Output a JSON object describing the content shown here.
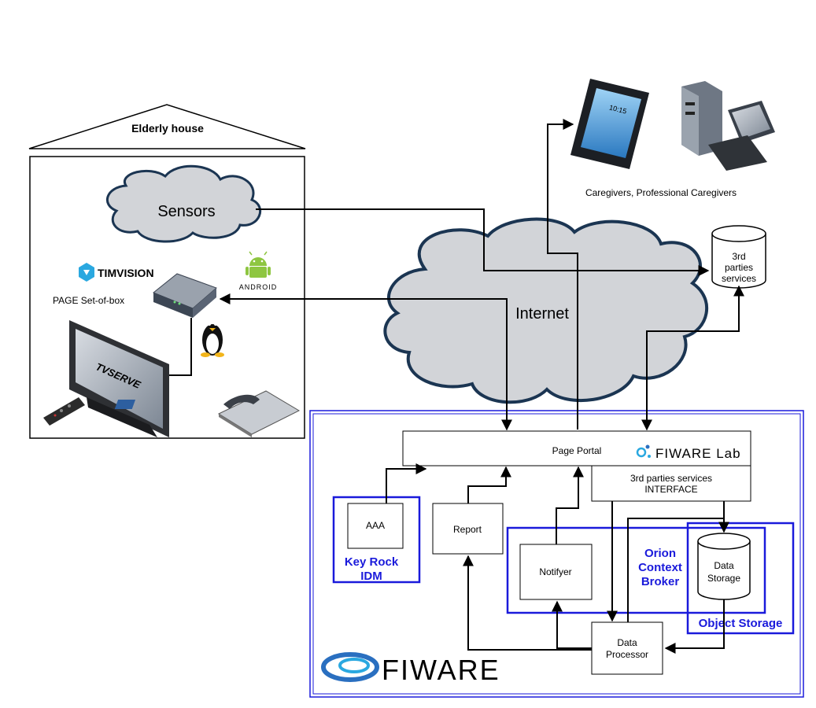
{
  "colors": {
    "accent_blue": "#1a1adb",
    "fiware_blue": "#2a6fc0",
    "cloud_fill": "#d2d4d8",
    "cloud_stroke": "#1b3552",
    "android_green": "#8ec641"
  },
  "house": {
    "title": "Elderly house",
    "sensors_label": "Sensors",
    "timvision_logo": "TIMVISION",
    "android_logo": "ANDROID",
    "settop_label": "PAGE Set-of-box",
    "tv_label": "TVSERVE",
    "icons": [
      "timvision-logo",
      "android-icon",
      "set-top-box-icon",
      "linux-penguin-icon",
      "tv-icon",
      "remote-control-icon",
      "telephone-icon"
    ]
  },
  "internet": {
    "label": "Internet"
  },
  "caregivers": {
    "label": "Caregivers, Professional Caregivers",
    "icons": [
      "smartphone-icon",
      "desktop-computer-icon"
    ],
    "phone_time": "10:15"
  },
  "third_party": {
    "label_lines": [
      "3rd",
      "parties",
      "services"
    ]
  },
  "platform": {
    "portal_label": "Page Portal",
    "fiware_lab_logo": "FIWARE Lab",
    "interface_lines": [
      "3rd parties services",
      "INTERFACE"
    ],
    "aaa_label": "AAA",
    "keyrock_lines": [
      "Key Rock",
      "IDM"
    ],
    "report_label": "Report",
    "notifyer_label": "Notifyer",
    "orion_lines": [
      "Orion",
      "Context",
      "Broker"
    ],
    "storage_lines": [
      "Data",
      "Storage"
    ],
    "object_storage_label": "Object Storage",
    "processor_lines": [
      "Data",
      "Processor"
    ],
    "fiware_logo": "FIWARE"
  }
}
